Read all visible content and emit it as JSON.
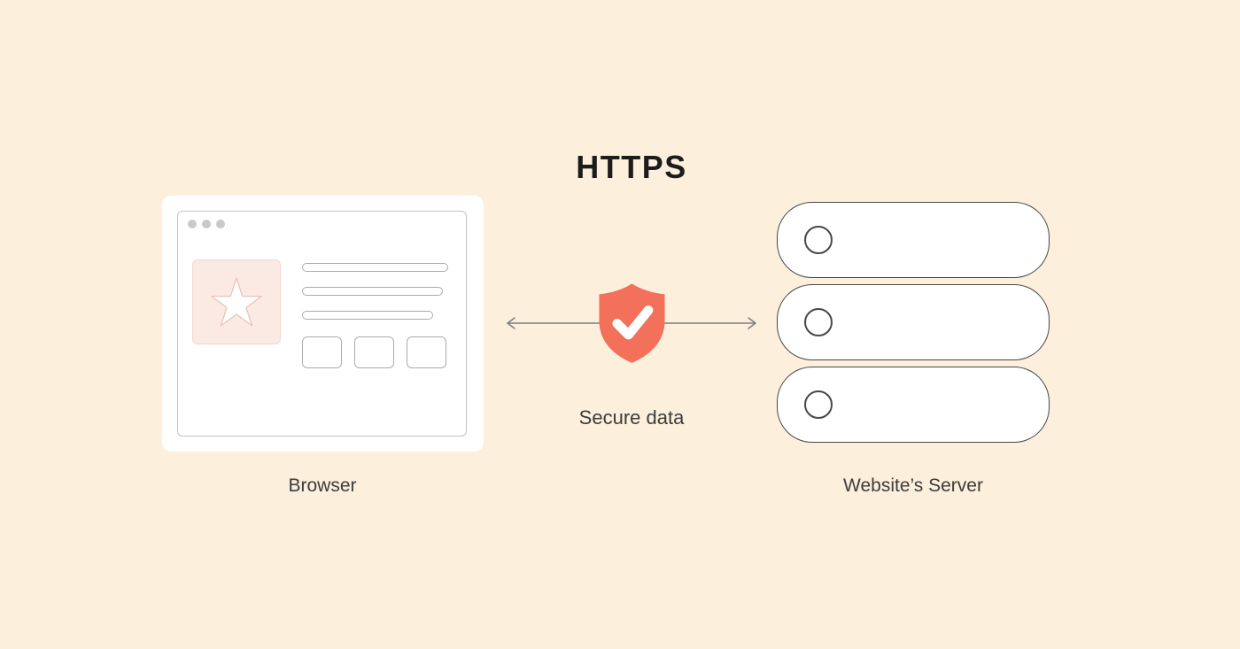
{
  "diagram": {
    "title": "HTTPS",
    "connection_label": "Secure data",
    "browser_label": "Browser",
    "server_label": "Website’s Server"
  },
  "colors": {
    "background": "#FCEFDC",
    "card": "#FFFFFF",
    "shield": "#F3705B",
    "star_box": "#FBE9E4",
    "star_box_border": "#F3D8CF",
    "star_stroke": "#E9C4BA",
    "outline_light": "#ABABAB",
    "outline_dark": "#474747",
    "text_dark": "#1C1C1C",
    "text_label": "#3C3C3C",
    "arrow": "#7D7D7D",
    "dot": "#C9C9C9"
  }
}
